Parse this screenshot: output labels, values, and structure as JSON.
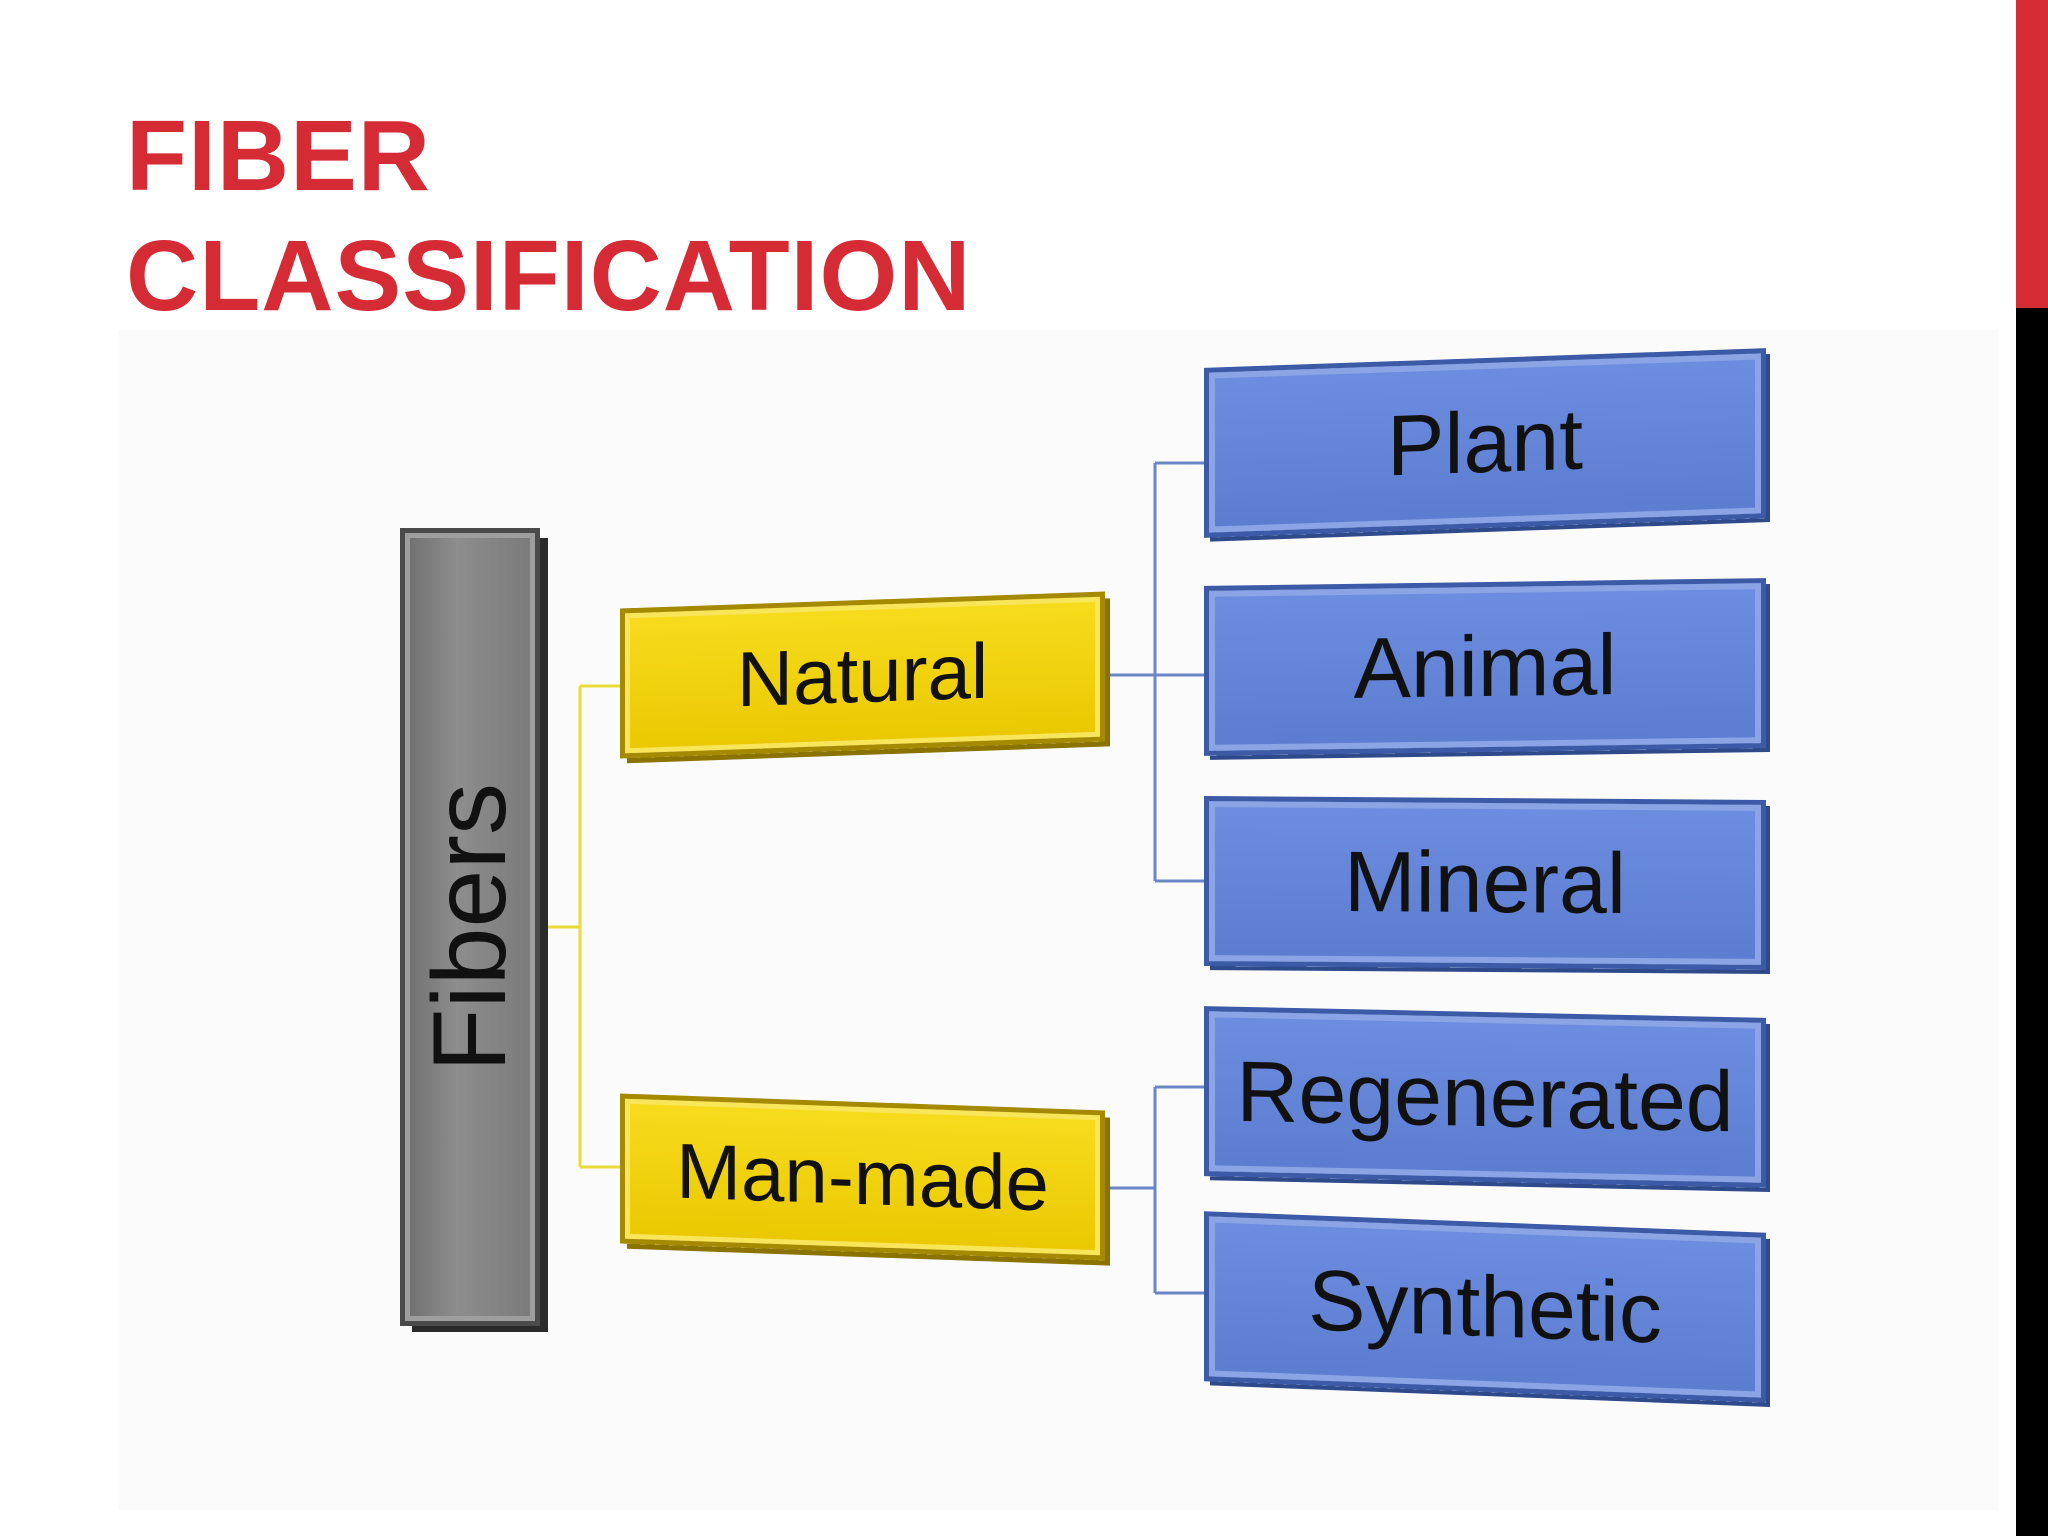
{
  "slide": {
    "title_line1": "FIBER",
    "title_line2": "CLASSIFICATION"
  },
  "diagram": {
    "root": {
      "label": "Fibers"
    },
    "categories": [
      {
        "label": "Natural",
        "children": [
          "Plant",
          "Animal",
          "Mineral"
        ]
      },
      {
        "label": "Man-made",
        "children": [
          "Regenerated",
          "Synthetic"
        ]
      }
    ]
  },
  "colors": {
    "title_red": "#d42b35",
    "side_bar_red": "#d42b35",
    "side_bar_black": "#000000",
    "root_gray": "#7f7f7f",
    "category_yellow": "#f2d20b",
    "leaf_blue": "#6282d6",
    "connector_yellow": "#e8dc3a",
    "connector_blue": "#6b86c6"
  }
}
